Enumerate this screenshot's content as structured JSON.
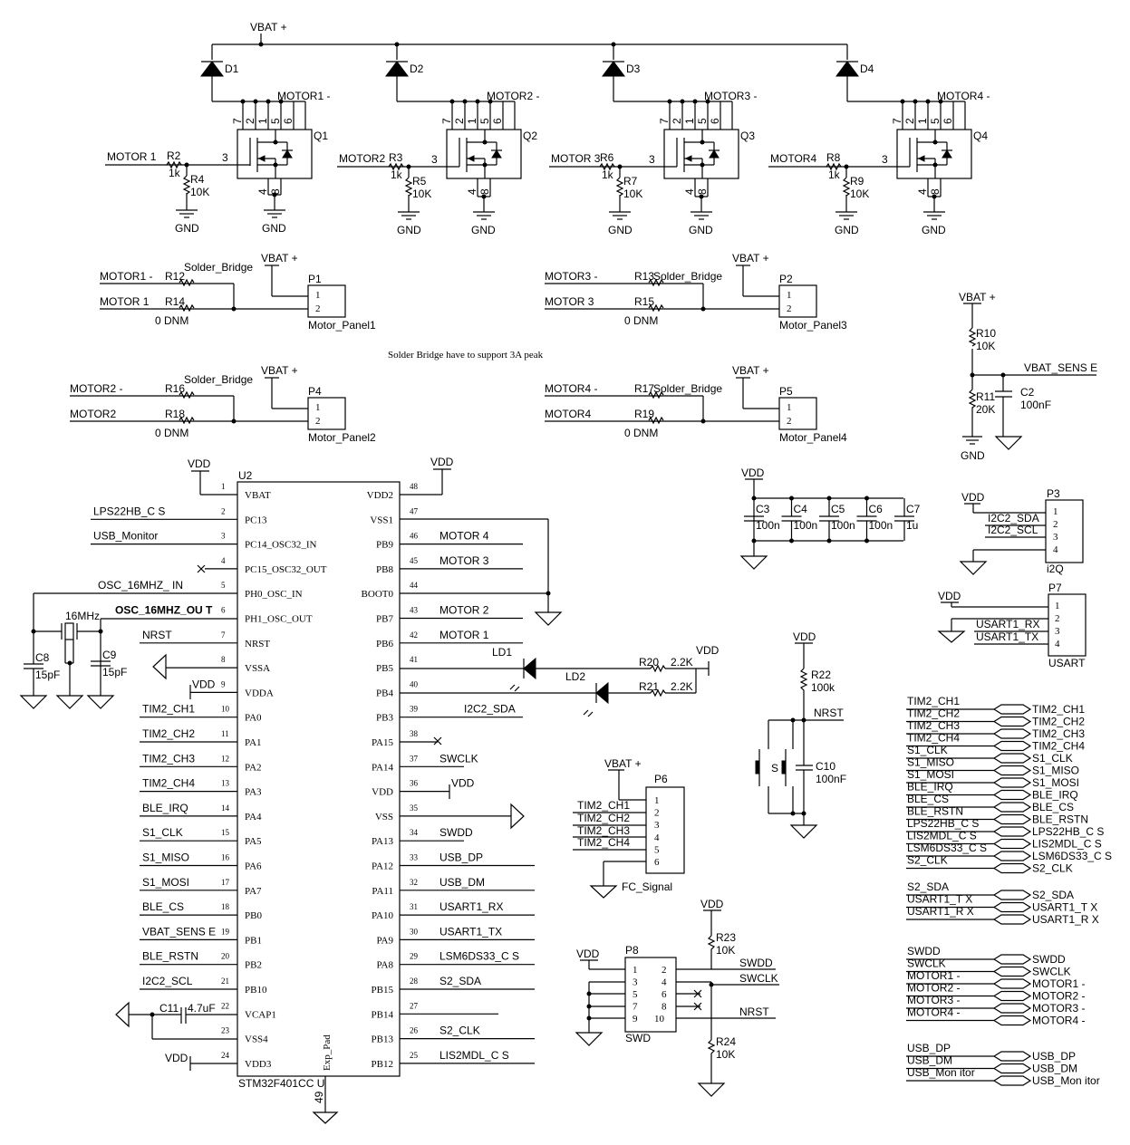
{
  "power": {
    "vbat": "VBAT +",
    "vdd": "VDD",
    "gnd": "GND"
  },
  "drivers": [
    {
      "diode": "D1",
      "fet": "Q1",
      "net_in": "MOTOR 1",
      "net_out": "MOTOR1 -",
      "r_series": "R2",
      "r_series_val": "1k",
      "r_pull": "R4",
      "r_pull_val": "10K",
      "pins_top": [
        "7",
        "2",
        "1",
        "5",
        "6"
      ],
      "gate_pin": "3",
      "pins_bottom": [
        "4",
        "8"
      ]
    },
    {
      "diode": "D2",
      "fet": "Q2",
      "net_in": "MOTOR2",
      "net_out": "MOTOR2 -",
      "r_series": "R3",
      "r_series_val": "1k",
      "r_pull": "R5",
      "r_pull_val": "10K",
      "pins_top": [
        "7",
        "2",
        "1",
        "5",
        "6"
      ],
      "gate_pin": "3",
      "pins_bottom": [
        "4",
        "8"
      ]
    },
    {
      "diode": "D3",
      "fet": "Q3",
      "net_in": "MOTOR 3",
      "net_out": "MOTOR3 -",
      "r_series": "R6",
      "r_series_val": "1k",
      "r_pull": "R7",
      "r_pull_val": "10K",
      "pins_top": [
        "7",
        "2",
        "1",
        "5",
        "6"
      ],
      "gate_pin": "3",
      "pins_bottom": [
        "4",
        "8"
      ]
    },
    {
      "diode": "D4",
      "fet": "Q4",
      "net_in": "MOTOR4",
      "net_out": "MOTOR4 -",
      "r_series": "R8",
      "r_series_val": "1k",
      "r_pull": "R9",
      "r_pull_val": "10K",
      "pins_top": [
        "7",
        "2",
        "1",
        "5",
        "6"
      ],
      "gate_pin": "3",
      "pins_bottom": [
        "4",
        "8"
      ]
    }
  ],
  "motor_panels": [
    {
      "net_neg": "MOTOR1 -",
      "net_pos": "MOTOR 1",
      "r_bridge": "R12",
      "r_dnm": "R14",
      "bridge_label": "Solder_Bridge",
      "dnm_label": "0 DNM",
      "connector": "P1",
      "name": "Motor_Panel1"
    },
    {
      "net_neg": "MOTOR3 -",
      "net_pos": "MOTOR 3",
      "r_bridge": "R13",
      "r_dnm": "R15",
      "bridge_label": "Solder_Bridge",
      "dnm_label": "0 DNM",
      "connector": "P2",
      "name": "Motor_Panel3"
    },
    {
      "net_neg": "MOTOR2 -",
      "net_pos": "MOTOR2",
      "r_bridge": "R16",
      "r_dnm": "R18",
      "bridge_label": "Solder_Bridge",
      "dnm_label": "0 DNM",
      "connector": "P4",
      "name": "Motor_Panel2"
    },
    {
      "net_neg": "MOTOR4 -",
      "net_pos": "MOTOR4",
      "r_bridge": "R17",
      "r_dnm": "R19",
      "bridge_label": "Solder_Bridge",
      "dnm_label": "0 DNM",
      "connector": "P5",
      "name": "Motor_Panel4"
    }
  ],
  "note": "Solder Bridge have to support 3A peak",
  "vbat_sense": {
    "r_top": "R10",
    "r_top_val": "10K",
    "r_bot": "R11",
    "r_bot_val": "20K",
    "cap": "C2",
    "cap_val": "100nF",
    "net": "VBAT_SENS E"
  },
  "mcu": {
    "ref": "U2",
    "part": "STM32F401CC U",
    "exp_pad": "Exp_Pad",
    "exp_pad_pin": "49",
    "left_pins": [
      {
        "num": "1",
        "name": "VBAT",
        "net": ""
      },
      {
        "num": "2",
        "name": "PC13",
        "net": "LPS22HB_C S"
      },
      {
        "num": "3",
        "name": "PC14_OSC32_IN",
        "net": "USB_Monitor"
      },
      {
        "num": "4",
        "name": "PC15_OSC32_OUT",
        "net": ""
      },
      {
        "num": "5",
        "name": "PH0_OSC_IN",
        "net": "OSC_16MHZ_ IN"
      },
      {
        "num": "6",
        "name": "PH1_OSC_OUT",
        "net": "OSC_16MHZ_OU T"
      },
      {
        "num": "7",
        "name": "NRST",
        "net": "NRST"
      },
      {
        "num": "8",
        "name": "VSSA",
        "net": ""
      },
      {
        "num": "9",
        "name": "VDDA",
        "net": "VDD"
      },
      {
        "num": "10",
        "name": "PA0",
        "net": "TIM2_CH1"
      },
      {
        "num": "11",
        "name": "PA1",
        "net": "TIM2_CH2"
      },
      {
        "num": "12",
        "name": "PA2",
        "net": "TIM2_CH3"
      },
      {
        "num": "13",
        "name": "PA3",
        "net": "TIM2_CH4"
      },
      {
        "num": "14",
        "name": "PA4",
        "net": "BLE_IRQ"
      },
      {
        "num": "15",
        "name": "PA5",
        "net": "S1_CLK"
      },
      {
        "num": "16",
        "name": "PA6",
        "net": "S1_MISO"
      },
      {
        "num": "17",
        "name": "PA7",
        "net": "S1_MOSI"
      },
      {
        "num": "18",
        "name": "PB0",
        "net": "BLE_CS"
      },
      {
        "num": "19",
        "name": "PB1",
        "net": "VBAT_SENS E"
      },
      {
        "num": "20",
        "name": "PB2",
        "net": "BLE_RSTN"
      },
      {
        "num": "21",
        "name": "PB10",
        "net": "I2C2_SCL"
      },
      {
        "num": "22",
        "name": "VCAP1",
        "net": ""
      },
      {
        "num": "23",
        "name": "VSS4",
        "net": ""
      },
      {
        "num": "24",
        "name": "VDD3",
        "net": ""
      }
    ],
    "right_pins": [
      {
        "num": "48",
        "name": "VDD2",
        "net": ""
      },
      {
        "num": "47",
        "name": "VSS1",
        "net": ""
      },
      {
        "num": "46",
        "name": "PB9",
        "net": "MOTOR 4"
      },
      {
        "num": "45",
        "name": "PB8",
        "net": "MOTOR 3"
      },
      {
        "num": "44",
        "name": "BOOT0",
        "net": ""
      },
      {
        "num": "43",
        "name": "PB7",
        "net": "MOTOR 2"
      },
      {
        "num": "42",
        "name": "PB6",
        "net": "MOTOR 1"
      },
      {
        "num": "41",
        "name": "PB5",
        "net": ""
      },
      {
        "num": "40",
        "name": "PB4",
        "net": ""
      },
      {
        "num": "39",
        "name": "PB3",
        "net": "I2C2_SDA"
      },
      {
        "num": "38",
        "name": "PA15",
        "net": ""
      },
      {
        "num": "37",
        "name": "PA14",
        "net": "SWCLK"
      },
      {
        "num": "36",
        "name": "VDD",
        "net": "VDD"
      },
      {
        "num": "35",
        "name": "VSS",
        "net": ""
      },
      {
        "num": "34",
        "name": "PA13",
        "net": "SWDD"
      },
      {
        "num": "33",
        "name": "PA12",
        "net": "USB_DP"
      },
      {
        "num": "32",
        "name": "PA11",
        "net": "USB_DM"
      },
      {
        "num": "31",
        "name": "PA10",
        "net": "USART1_RX"
      },
      {
        "num": "30",
        "name": "PA9",
        "net": "USART1_TX"
      },
      {
        "num": "29",
        "name": "PA8",
        "net": "LSM6DS33_C S"
      },
      {
        "num": "28",
        "name": "PB15",
        "net": "S2_SDA"
      },
      {
        "num": "27",
        "name": "PB14",
        "net": ""
      },
      {
        "num": "26",
        "name": "PB13",
        "net": "S2_CLK"
      },
      {
        "num": "25",
        "name": "PB12",
        "net": "LIS2MDL_C S"
      }
    ]
  },
  "crystal": {
    "freq": "16MHz",
    "c1": "C8",
    "c1_val": "15pF",
    "c2": "C9",
    "c2_val": "15pF"
  },
  "vcap": {
    "ref": "C11",
    "val": "4.7uF"
  },
  "leds": {
    "ld1": "LD1",
    "ld2": "LD2",
    "r1": "R20",
    "r1_val": "2.2K",
    "r2": "R21",
    "r2_val": "2.2K"
  },
  "decoupling": [
    {
      "ref": "C3",
      "val": "100n"
    },
    {
      "ref": "C4",
      "val": "100n"
    },
    {
      "ref": "C5",
      "val": "100n"
    },
    {
      "ref": "C6",
      "val": "100n"
    },
    {
      "ref": "C7",
      "val": "1u"
    }
  ],
  "i2c_conn": {
    "ref": "P3",
    "name": "i2Q",
    "pins": [
      "1",
      "2",
      "3",
      "4"
    ],
    "nets": [
      "I2C2_SDA",
      "I2C2_SCL"
    ]
  },
  "usart_conn": {
    "ref": "P7",
    "name": "USART",
    "pins": [
      "1",
      "2",
      "3",
      "4"
    ],
    "nets": [
      "USART1_RX",
      "USART1_TX"
    ]
  },
  "reset": {
    "r": "R22",
    "r_val": "100k",
    "net": "NRST",
    "switch": "S",
    "cap": "C10",
    "cap_val": "100nF"
  },
  "fc_conn": {
    "ref": "P6",
    "name": "FC_Signal",
    "pins": [
      "1",
      "2",
      "3",
      "4",
      "5",
      "6"
    ],
    "nets": [
      "TIM2_CH1",
      "TIM2_CH2",
      "TIM2_CH3",
      "TIM2_CH4"
    ]
  },
  "swd": {
    "ref": "P8",
    "name": "SWD",
    "pins_left": [
      "1",
      "3",
      "5",
      "7",
      "9"
    ],
    "pins_right": [
      "2",
      "4",
      "6",
      "8",
      "10"
    ],
    "r_top": "R23",
    "r_top_val": "10K",
    "r_bot": "R24",
    "r_bot_val": "10K",
    "nets": [
      "SWDD",
      "SWCLK",
      "NRST"
    ]
  },
  "ports_group1": [
    "TIM2_CH1",
    "TIM2_CH2",
    "TIM2_CH3",
    "TIM2_CH4",
    "S1_CLK",
    "S1_MISO",
    "S1_MOSI",
    "BLE_IRQ",
    "BLE_CS",
    "BLE_RSTN",
    "LPS22HB_C S",
    "LIS2MDL_C S",
    "LSM6DS33_C S",
    "S2_CLK"
  ],
  "ports_group2": [
    "S2_SDA",
    "USART1_T X",
    "USART1_R X"
  ],
  "ports_group3": [
    "SWDD",
    "SWCLK",
    "MOTOR1 -",
    "MOTOR2 -",
    "MOTOR3 -",
    "MOTOR4 -"
  ],
  "ports_group4": [
    "USB_DP",
    "USB_DM",
    "USB_Mon itor"
  ]
}
